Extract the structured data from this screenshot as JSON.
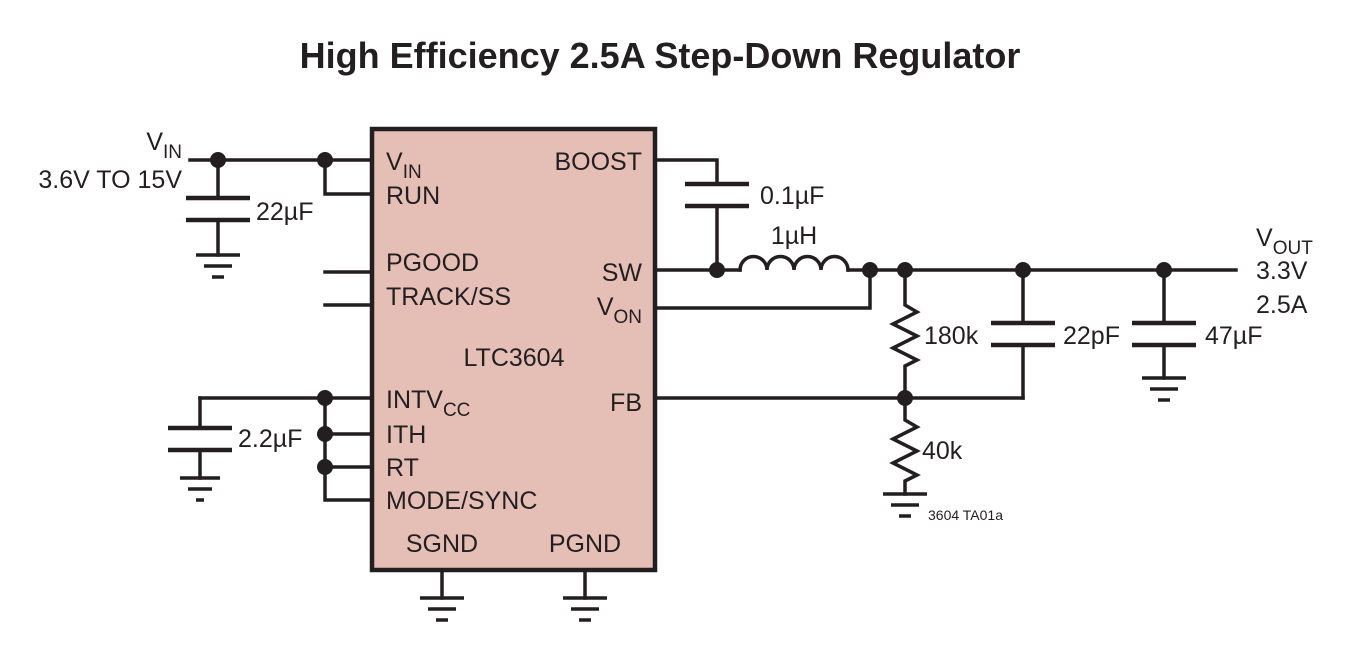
{
  "title": "High Efficiency 2.5A Step-Down Regulator",
  "ic": {
    "name": "LTC3604",
    "fill_color": "#e5bfb6",
    "pins_left": {
      "vin_main": "V",
      "vin_sub": "IN",
      "run": "RUN",
      "pgood": "PGOOD",
      "track_ss": "TRACK/SS",
      "intvcc_main": "INTV",
      "intvcc_sub": "CC",
      "ith": "ITH",
      "rt": "RT",
      "mode_sync": "MODE/SYNC"
    },
    "pins_right": {
      "boost": "BOOST",
      "sw": "SW",
      "von_main": "V",
      "von_sub": "ON",
      "fb": "FB"
    },
    "pins_bottom": {
      "sgnd": "SGND",
      "pgnd": "PGND"
    }
  },
  "input": {
    "label_main": "V",
    "label_sub": "IN",
    "range": "3.6V TO 15V"
  },
  "output": {
    "label_main": "V",
    "label_sub": "OUT",
    "voltage": "3.3V",
    "current": "2.5A"
  },
  "components": {
    "c_in": "22µF",
    "c_boost": "0.1µF",
    "inductor": "1µH",
    "r_top": "180k",
    "c_ff": "22pF",
    "c_out": "47µF",
    "c_intvcc": "2.2µF",
    "r_bottom": "40k"
  },
  "figure_id": "3604 TA01a"
}
